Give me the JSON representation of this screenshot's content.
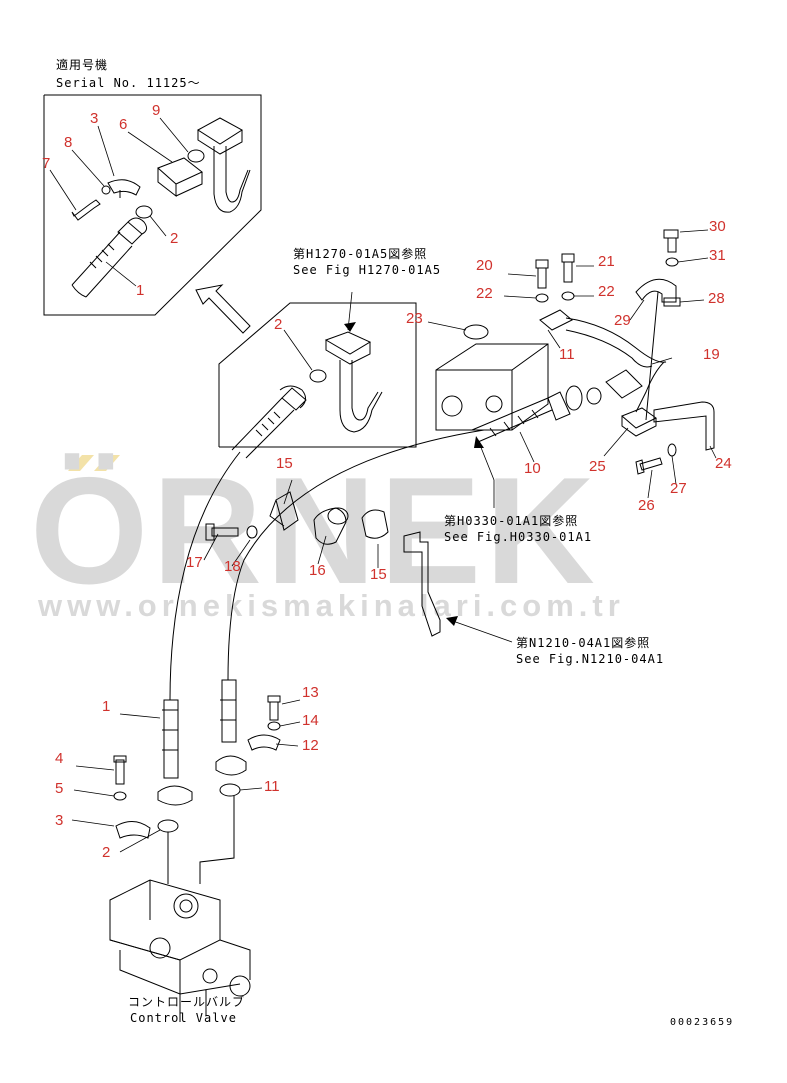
{
  "header": {
    "serial_ja": "適用号機",
    "serial_en": "Serial No. 11125～"
  },
  "references": {
    "ref_h1270_ja": "第H1270-01A5図参照",
    "ref_h1270_en": "See Fig H1270-01A5",
    "ref_h0330_ja": "第H0330-01A1図参照",
    "ref_h0330_en": "See Fig.H0330-01A1",
    "ref_n1210_ja": "第N1210-04A1図参照",
    "ref_n1210_en": "See Fig.N1210-04A1"
  },
  "control_valve": {
    "ja": "コントロールバルブ",
    "en": "Control Valve"
  },
  "doc_code": "00023659",
  "watermark": {
    "title": "ÖRNEK",
    "url": "www.ornekismakinalari.com.tr"
  },
  "colors": {
    "part_number": "#d0322d",
    "watermark": "#d9d9d9",
    "line": "#000000"
  },
  "part_numbers": {
    "inset_top": [
      "7",
      "8",
      "3",
      "6",
      "9",
      "2",
      "1"
    ],
    "inset_mid": [
      "2"
    ],
    "right_group": [
      "30",
      "31",
      "20",
      "21",
      "22",
      "22",
      "28",
      "23",
      "29",
      "11",
      "19",
      "10",
      "25",
      "24",
      "26",
      "27"
    ],
    "middle": [
      "15",
      "17",
      "18",
      "16",
      "15"
    ],
    "lower": [
      "1",
      "13",
      "14",
      "12",
      "4",
      "5",
      "11",
      "3",
      "2"
    ]
  }
}
